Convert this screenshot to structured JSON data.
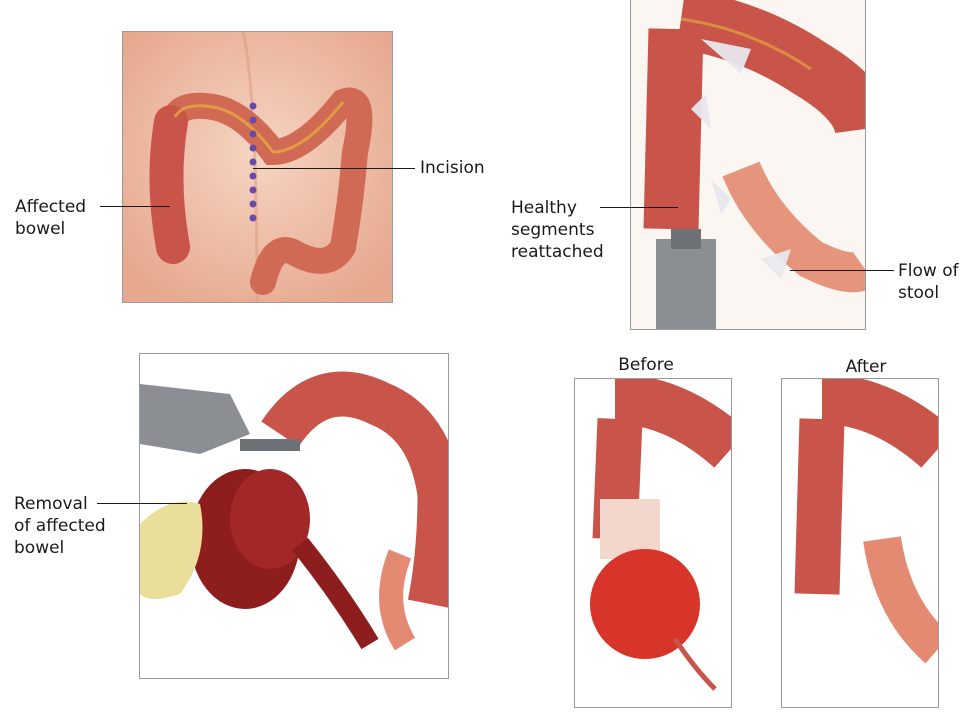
{
  "labels": {
    "affected_bowel": "Affected\nbowel",
    "incision": "Incision",
    "healthy_segments": "Healthy\nsegments\nreattached",
    "flow_of_stool": "Flow of\nstool",
    "removal": "Removal\nof affected\nbowel",
    "before": "Before",
    "after": "After"
  },
  "colors": {
    "skin": "#f2c6ae",
    "bowel": "#c8544a",
    "bowel_dark": "#8e1d1d",
    "bowel_light": "#e48a72",
    "fat": "#e7b23b",
    "incision_dots": "#6a4aa8",
    "instrument": "#8b8f93",
    "glove": "#e9df9a",
    "arrow": "#e8e8ee"
  },
  "icons": {
    "stapler": "surgical-stapler-icon",
    "glove": "gloved-hand-icon"
  }
}
